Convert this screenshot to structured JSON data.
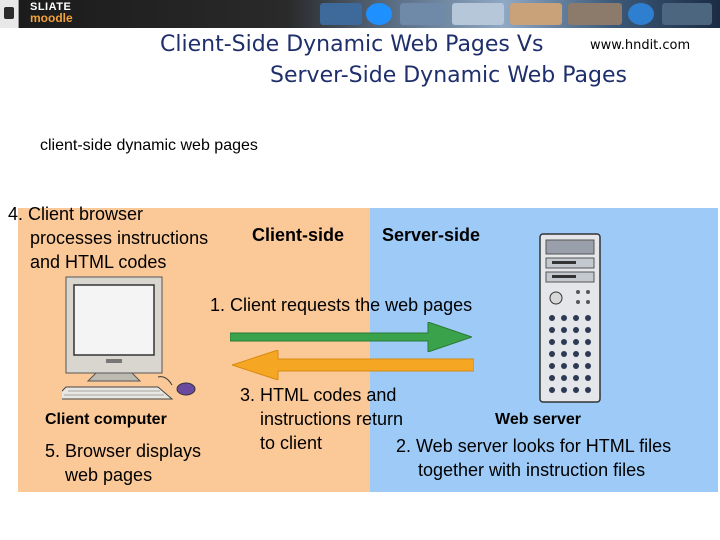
{
  "banner": {
    "logo_line1": "SLIATE",
    "logo_line2": "moodle"
  },
  "header": {
    "title_line1": "Client-Side Dynamic Web Pages   Vs",
    "title_line2": "Server-Side Dynamic Web Pages",
    "site_url": "www.hndit.com"
  },
  "subtitle": "client-side dynamic web pages",
  "diagram": {
    "client_side_label": "Client-side",
    "server_side_label": "Server-side",
    "client_computer_label": "Client computer",
    "web_server_label": "Web server",
    "step4": [
      "4. Client browser",
      "processes instructions",
      "and HTML codes"
    ],
    "step1": "1. Client requests the web pages",
    "step3": [
      "3. HTML codes and",
      "instructions return",
      "to client"
    ],
    "step2": [
      "2. Web server looks for HTML files",
      "together with instruction files"
    ],
    "step5": [
      "5. Browser displays",
      "web pages"
    ]
  },
  "colors": {
    "client_panel": "#fbc898",
    "server_panel": "#9dcaf6",
    "request_arrow": "#3aa24a",
    "response_arrow": "#f5a623",
    "title_text": "#1f2f6b"
  }
}
